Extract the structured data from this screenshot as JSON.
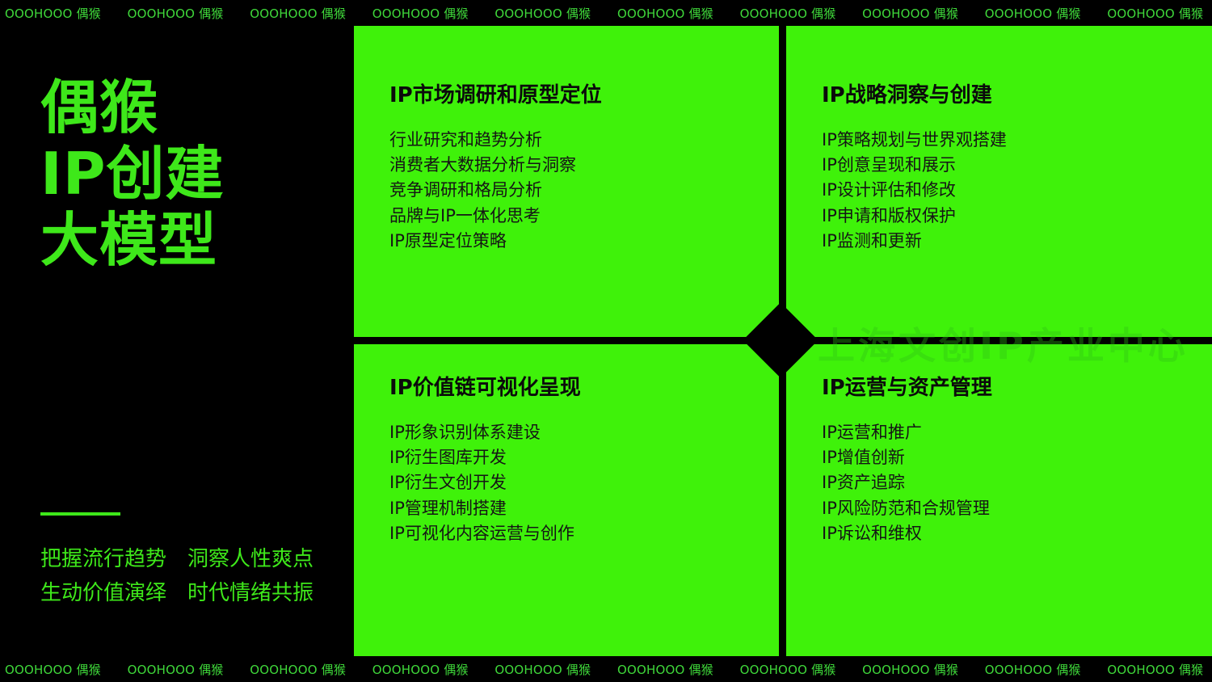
{
  "marquee_text": "OOOHOOO 偶猴",
  "title_lines": [
    "偶猴",
    "IP创建",
    "大模型"
  ],
  "slogans": [
    [
      "把握流行趋势",
      "洞察人性爽点"
    ],
    [
      "生动价值演绎",
      "时代情绪共振"
    ]
  ],
  "watermark": "上海文创IP产业中心",
  "panels": [
    {
      "title": "IP市场调研和原型定位",
      "items": [
        "行业研究和趋势分析",
        "消费者大数据分析与洞察",
        "竞争调研和格局分析",
        "品牌与IP一体化思考",
        "IP原型定位策略"
      ]
    },
    {
      "title": "IP战略洞察与创建",
      "items": [
        "IP策略规划与世界观搭建",
        "IP创意呈现和展示",
        "IP设计评估和修改",
        "IP申请和版权保护",
        "IP监测和更新"
      ]
    },
    {
      "title": "IP价值链可视化呈现",
      "items": [
        "IP形象识别体系建设",
        "IP衍生图库开发",
        "IP衍生文创开发",
        "IP管理机制搭建",
        "IP可视化内容运营与创作"
      ]
    },
    {
      "title": "IP运营与资产管理",
      "items": [
        "IP运营和推广",
        "IP增值创新",
        "IP资产追踪",
        "IP风险防范和合规管理",
        "IP诉讼和维权"
      ]
    }
  ],
  "colors": {
    "background": "#000000",
    "accent_green": "#3ee81a",
    "panel_green": "#3ff20a",
    "panel_text": "#0d0d0d"
  }
}
